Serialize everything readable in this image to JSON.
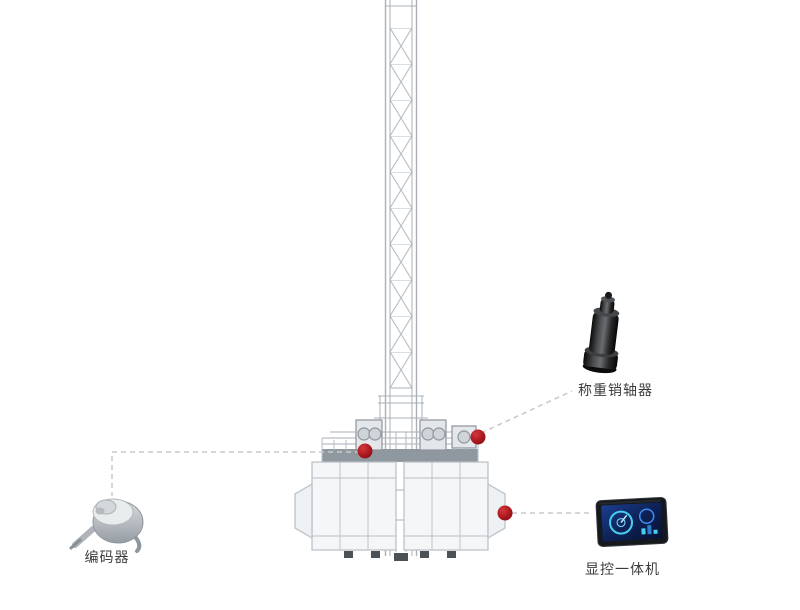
{
  "diagram": {
    "description": "construction hoist with twin cages and sensor callouts"
  },
  "labels": {
    "encoder": "编码器",
    "load_pin": "称重销轴器",
    "display": "显控一体机"
  },
  "colors": {
    "marker_red": "#a6161b",
    "diagram_line": "#aab0b6",
    "dashed_line": "#c8c8c8",
    "label_text": "#3c3c3c"
  }
}
